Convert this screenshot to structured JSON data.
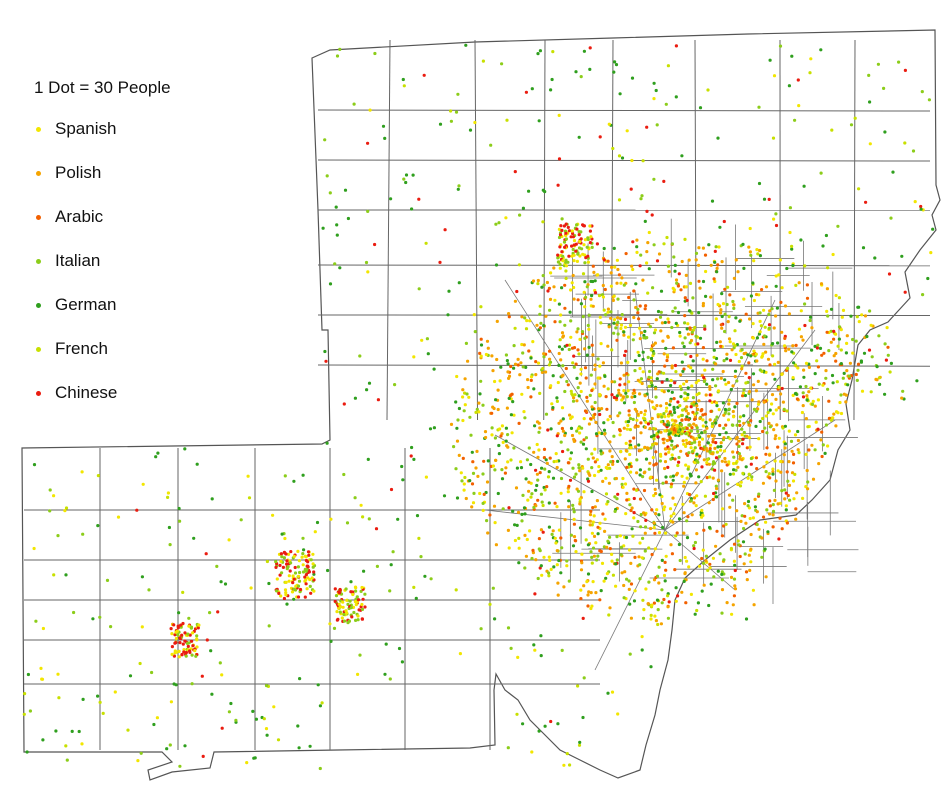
{
  "legend": {
    "title": "1 Dot = 30 People",
    "items": [
      {
        "label": "Spanish",
        "color": "#f2e600"
      },
      {
        "label": "Polish",
        "color": "#f5a400"
      },
      {
        "label": "Arabic",
        "color": "#f26000"
      },
      {
        "label": "Italian",
        "color": "#8ccd1a"
      },
      {
        "label": "German",
        "color": "#2f9f1e"
      },
      {
        "label": "French",
        "color": "#c8e000"
      },
      {
        "label": "Chinese",
        "color": "#ea1c10"
      }
    ]
  },
  "map_style": {
    "boundary_color": "#555555",
    "background": "#ffffff"
  }
}
